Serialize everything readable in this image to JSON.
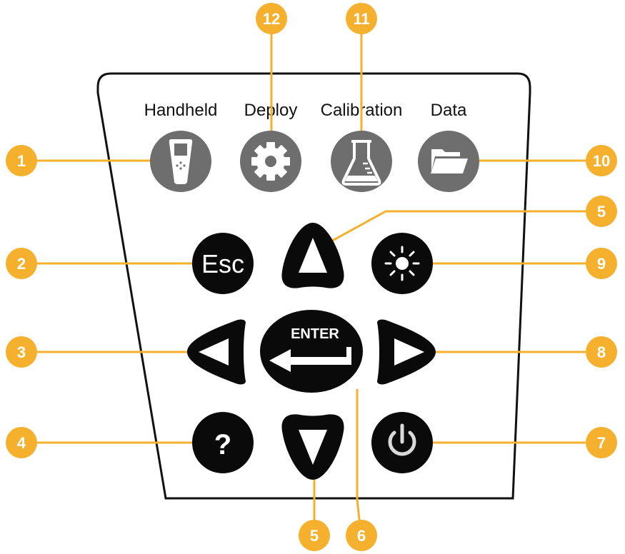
{
  "colors": {
    "accent": "#F5B12E",
    "key_black": "#0a0a0a",
    "mode_gray": "#6e6e6e",
    "outline": "#111111",
    "white": "#ffffff"
  },
  "modes": {
    "handheld": {
      "label": "Handheld",
      "icon": "handheld-meter-icon"
    },
    "deploy": {
      "label": "Deploy",
      "icon": "gear-icon"
    },
    "calibration": {
      "label": "Calibration",
      "icon": "flask-icon"
    },
    "data": {
      "label": "Data",
      "icon": "folder-icon"
    }
  },
  "keys": {
    "esc": {
      "label": "Esc"
    },
    "enter": {
      "label": "ENTER",
      "icon": "return-arrow-icon"
    },
    "help": {
      "label": "?"
    },
    "up": {
      "icon": "up-arrow-icon"
    },
    "down": {
      "icon": "down-arrow-icon"
    },
    "left": {
      "icon": "left-arrow-icon"
    },
    "right": {
      "icon": "right-arrow-icon"
    },
    "backlight": {
      "icon": "sun-icon"
    },
    "power": {
      "icon": "power-icon"
    }
  },
  "callouts": {
    "c1": "1",
    "c2": "2",
    "c3": "3",
    "c4": "4",
    "c5_top": "5",
    "c5_bottom": "5",
    "c6": "6",
    "c7": "7",
    "c8": "8",
    "c9": "9",
    "c10": "10",
    "c11": "11",
    "c12": "12"
  }
}
